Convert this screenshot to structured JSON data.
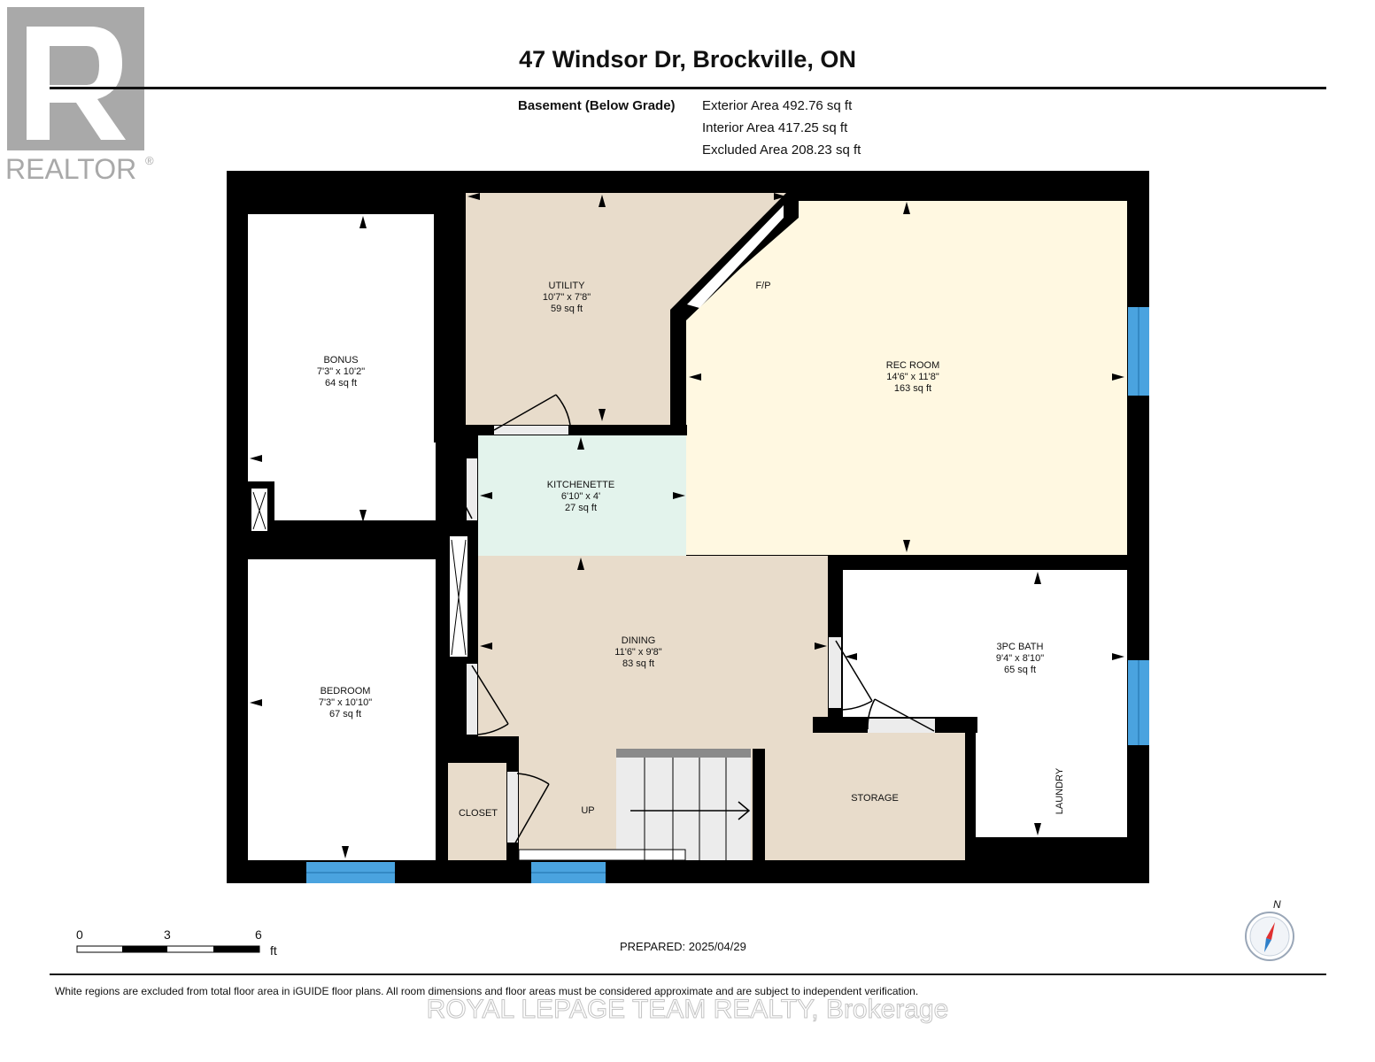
{
  "logo": {
    "text": "REALTOR",
    "mark": "®"
  },
  "header": {
    "title": "47 Windsor Dr, Brockville, ON"
  },
  "level": {
    "name": "Basement (Below Grade)",
    "exterior": "Exterior Area 492.76 sq ft",
    "interior": "Interior Area 417.25 sq ft",
    "excluded": "Excluded Area 208.23 sq ft"
  },
  "rooms": {
    "utility": {
      "name": "UTILITY",
      "dims": "10'7\" x 7'8\"",
      "area": "59 sq ft"
    },
    "fp": "F/P",
    "rec": {
      "name": "REC ROOM",
      "dims": "14'6\" x 11'8\"",
      "area": "163 sq ft"
    },
    "bonus": {
      "name": "BONUS",
      "dims": "7'3\" x 10'2\"",
      "area": "64 sq ft"
    },
    "kitchenette": {
      "name": "KITCHENETTE",
      "dims": "6'10\" x 4'",
      "area": "27 sq ft"
    },
    "dining": {
      "name": "DINING",
      "dims": "11'6\" x 9'8\"",
      "area": "83 sq ft"
    },
    "bath": {
      "name": "3PC BATH",
      "dims": "9'4\" x 8'10\"",
      "area": "65 sq ft"
    },
    "bedroom": {
      "name": "BEDROOM",
      "dims": "7'3\" x 10'10\"",
      "area": "67 sq ft"
    },
    "closet": "CLOSET",
    "up": "UP",
    "storage": "STORAGE",
    "laundry": "LAUNDRY"
  },
  "colors": {
    "utility": "#e8dccb",
    "rec": "#fff8e1",
    "kitchenette": "#e3f3ec",
    "dining": "#e8dccb",
    "storage": "#e8dccb",
    "wall": "#000000",
    "window": "#4aa3df"
  },
  "scale": {
    "t0": "0",
    "t3": "3",
    "t6": "6",
    "unit": "ft"
  },
  "compass": {
    "north": "N"
  },
  "footer": {
    "prepared": "PREPARED: 2025/04/29",
    "disclaimer": "White regions are excluded from total floor area in iGUIDE floor plans. All room dimensions and floor areas must be considered approximate and are subject to independent verification.",
    "brokerage": "ROYAL LEPAGE TEAM REALTY, Brokerage"
  }
}
